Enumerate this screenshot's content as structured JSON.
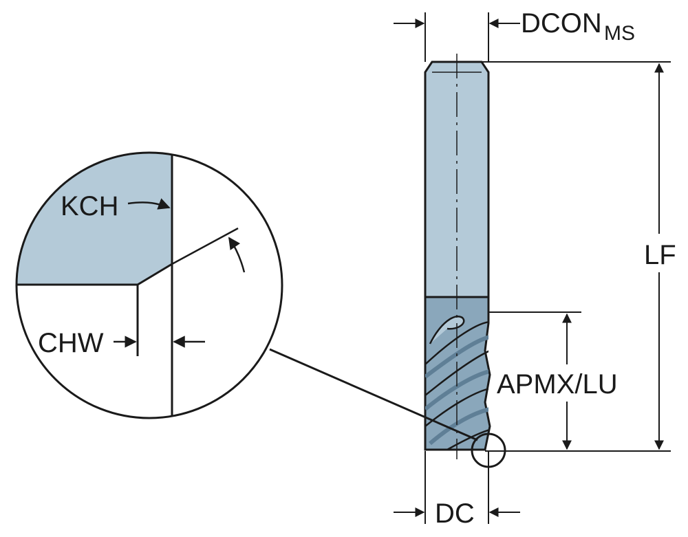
{
  "labels": {
    "dcon_main": "DCON",
    "dcon_sub": "MS",
    "lf": "LF",
    "apmx_lu": "APMX/LU",
    "dc": "DC",
    "kch": "KCH",
    "chw": "CHW"
  },
  "colors": {
    "shank": "#b4cad8",
    "flute": "#8aa7bb",
    "flute_dark": "#5f7f96",
    "outline": "#1a1a1a",
    "background": "#ffffff"
  }
}
